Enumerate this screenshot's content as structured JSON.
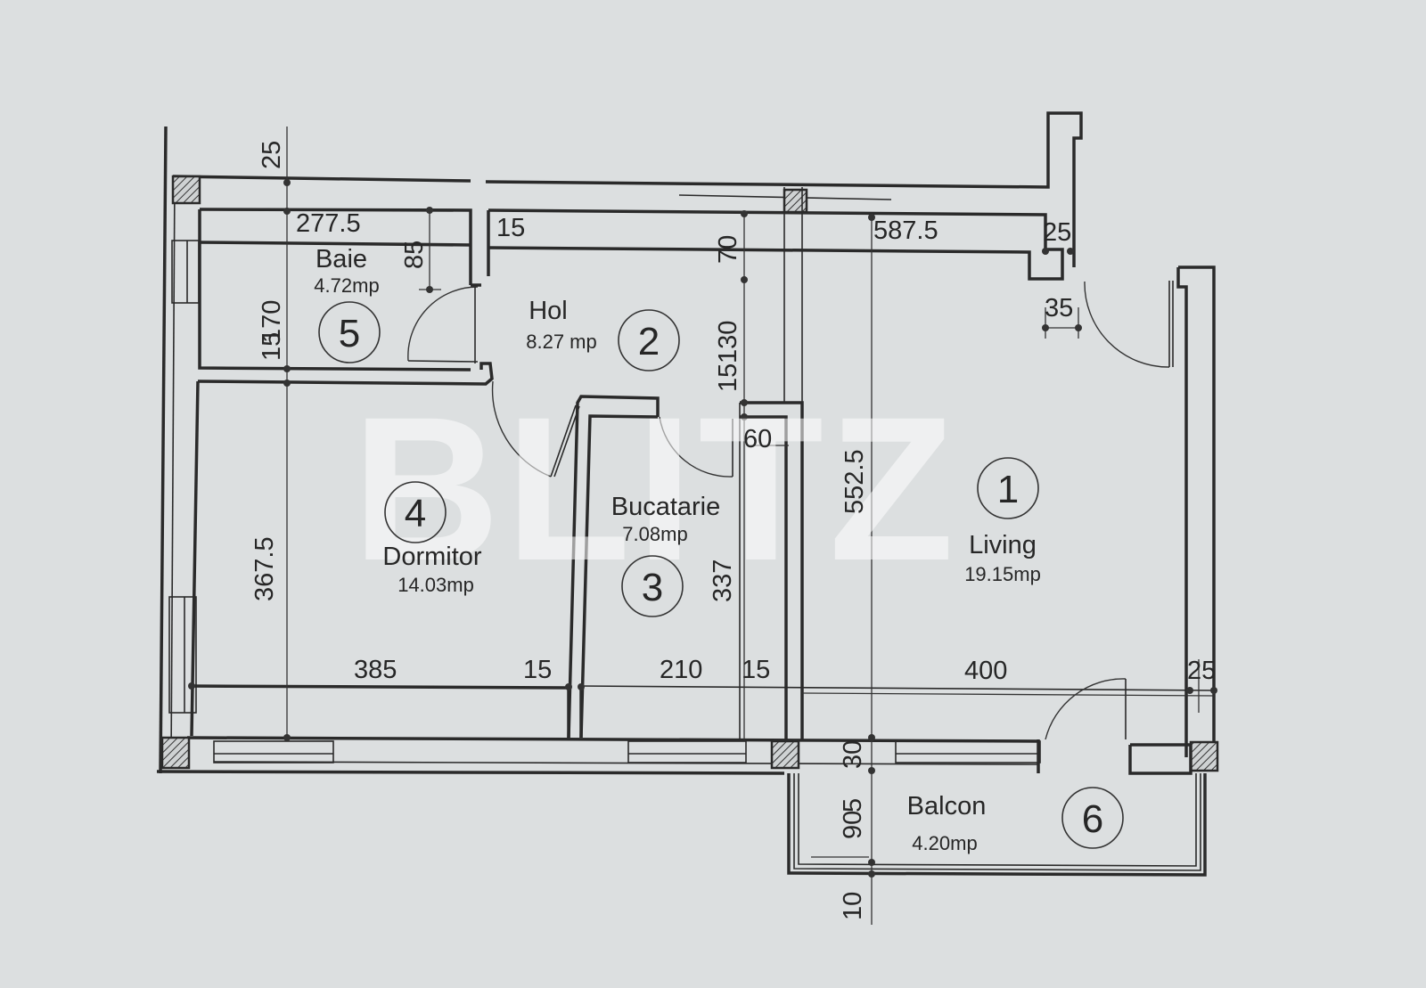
{
  "plan": {
    "background_color": "#dcdfe0",
    "line_color": "#2a2a2a",
    "watermark": "BLITZ",
    "area_unit": "mp",
    "rooms": [
      {
        "number": "1",
        "name": "Living",
        "area": "19.15mp"
      },
      {
        "number": "2",
        "name": "Hol",
        "area": "8.27 mp"
      },
      {
        "number": "3",
        "name": "Bucatarie",
        "area": "7.08mp"
      },
      {
        "number": "4",
        "name": "Dormitor",
        "area": "14.03mp"
      },
      {
        "number": "5",
        "name": "Baie",
        "area": "4.72mp"
      },
      {
        "number": "6",
        "name": "Balcon",
        "area": "4.20mp"
      }
    ],
    "dimensions": {
      "top_wall_25": "25",
      "baie_width": "277.5",
      "hol_wall_15": "15",
      "living_width_top": "587.5",
      "right_wall_25_top": "25",
      "baie_door_85": "85",
      "corridor_70": "70",
      "entry_35": "35",
      "baie_height": "170",
      "baie_wall_15": "15",
      "hol_130": "130",
      "hol_15": "15",
      "kitchen_60": "60",
      "living_height": "552.5",
      "dormitor_height": "367.5",
      "kitchen_height": "337",
      "dormitor_width": "385",
      "dormitor_wall_15": "15",
      "kitchen_width": "210",
      "kitchen_wall_15": "15",
      "living_width_bottom": "400",
      "right_wall_25_bottom": "25",
      "wall_30": "30",
      "balcon_90": "90",
      "balcon_5": "5",
      "balcon_10": "10"
    }
  }
}
